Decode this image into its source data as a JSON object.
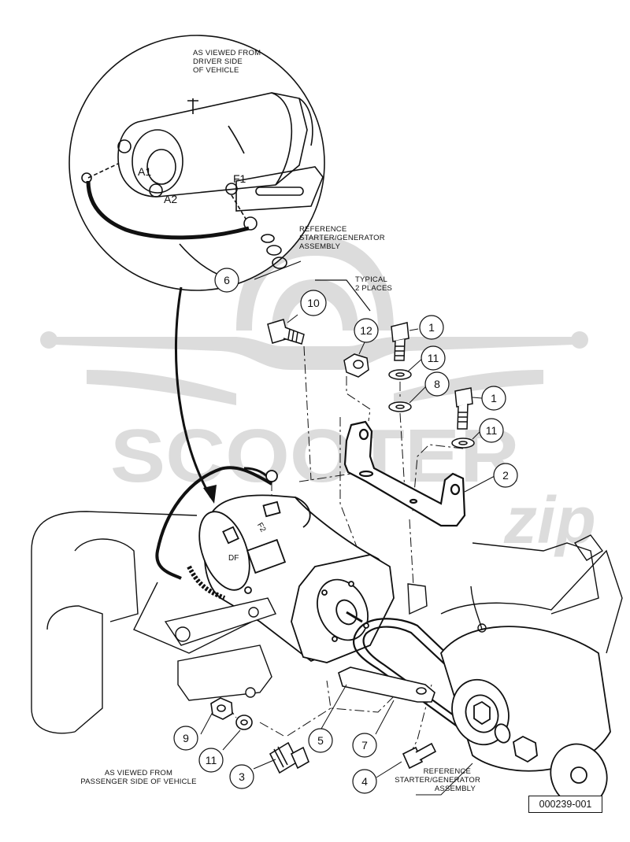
{
  "notes": {
    "driver_side": [
      "AS VIEWED FROM",
      "DRIVER SIDE",
      "OF VEHICLE"
    ],
    "reference_top": [
      "REFERENCE",
      "STARTER/GENERATOR",
      "ASSEMBLY"
    ],
    "typical": [
      "TYPICAL",
      "2 PLACES"
    ],
    "passenger_side": [
      "AS VIEWED FROM",
      "PASSENGER SIDE OF VEHICLE"
    ],
    "reference_bottom": [
      "REFERENCE",
      "STARTER/GENERATOR",
      "ASSEMBLY"
    ]
  },
  "terminals": {
    "a1": "A1",
    "a2": "A2",
    "f1": "F1",
    "f2": "F2",
    "df": "DF"
  },
  "watermark": {
    "brand": "SCOOTER",
    "suffix": "zip"
  },
  "callouts": [
    {
      "id": "c6",
      "number": "6"
    },
    {
      "id": "c10",
      "number": "10"
    },
    {
      "id": "c12",
      "number": "12"
    },
    {
      "id": "c1a",
      "number": "1"
    },
    {
      "id": "c11a",
      "number": "11"
    },
    {
      "id": "c8",
      "number": "8"
    },
    {
      "id": "c1b",
      "number": "1"
    },
    {
      "id": "c11b",
      "number": "11"
    },
    {
      "id": "c2",
      "number": "2"
    },
    {
      "id": "c9",
      "number": "9"
    },
    {
      "id": "c11c",
      "number": "11"
    },
    {
      "id": "c5",
      "number": "5"
    },
    {
      "id": "c7",
      "number": "7"
    },
    {
      "id": "c3",
      "number": "3"
    },
    {
      "id": "c4",
      "number": "4"
    }
  ],
  "figure_id": "000239-001",
  "colors": {
    "line": "#111111",
    "watermark": "#d9d9d9"
  }
}
